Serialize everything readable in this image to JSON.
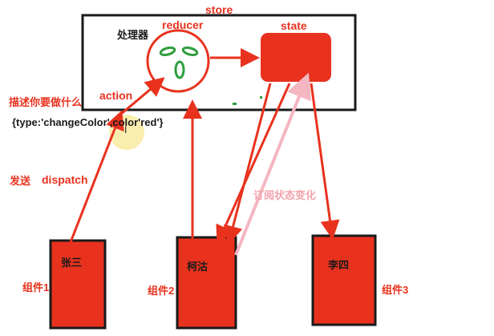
{
  "labels": {
    "store": "store",
    "processor": "处理器",
    "reducer": "reducer",
    "state": "state",
    "action": "action",
    "describe": "描述你要做什么",
    "payload": "{type:'changeColor',color'red'}",
    "send": "发送",
    "dispatch": "dispatch",
    "subscribe": "订阅状态变化"
  },
  "components": [
    {
      "name": "张三",
      "tag": "组件1"
    },
    {
      "name": "柯沽",
      "tag": "组件2"
    },
    {
      "name": "李四",
      "tag": "组件3"
    }
  ],
  "cursor_glyph": "I",
  "colors": {
    "red": "#e8321e",
    "pink": "#f4b6c0",
    "frame": "#1a1a1a",
    "highlight": "#f6e27a"
  }
}
